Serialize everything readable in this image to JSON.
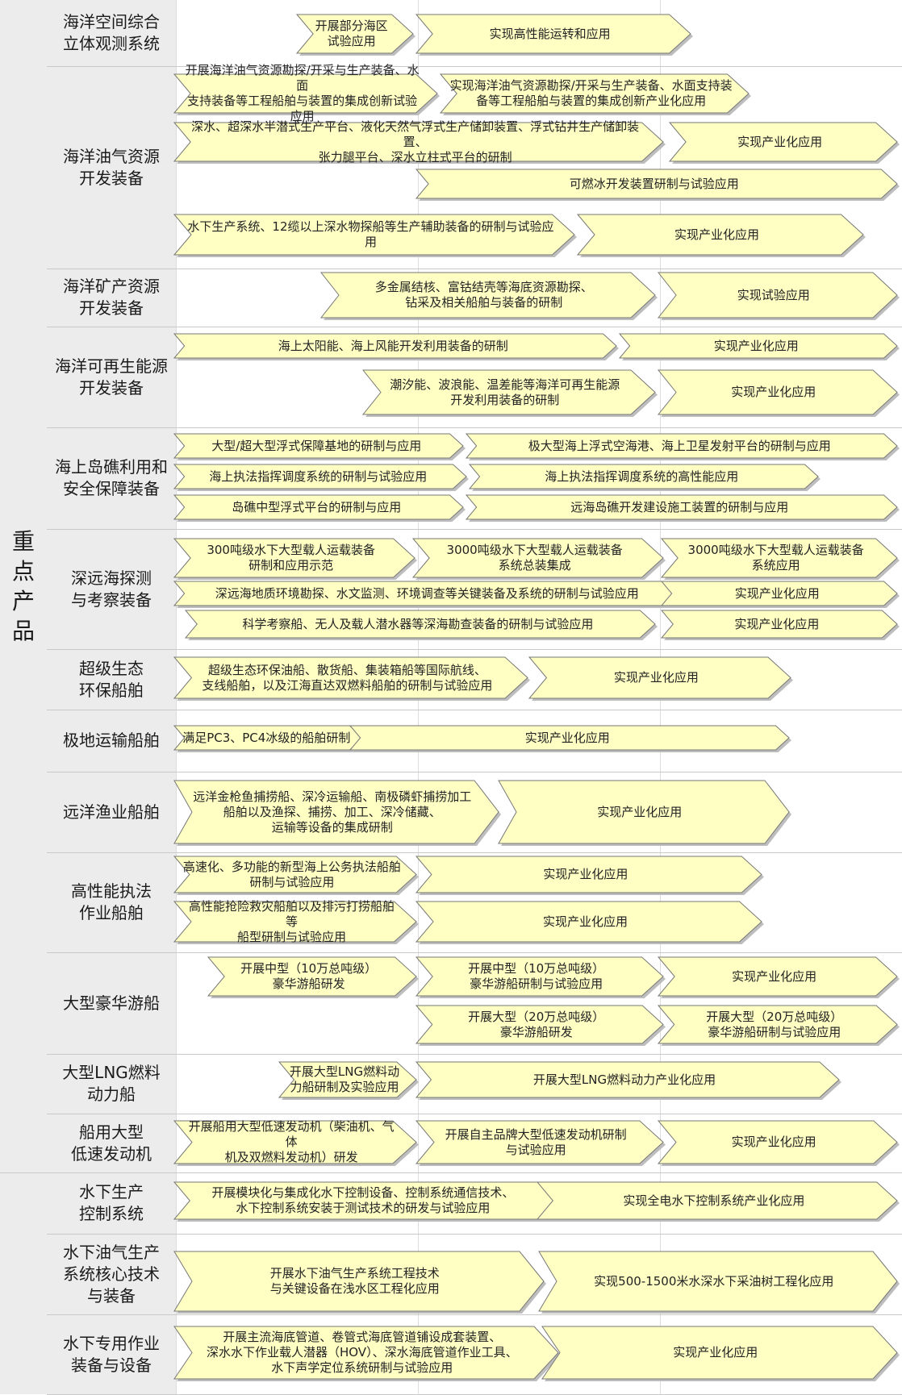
{
  "group": {
    "label": "重点产品"
  },
  "categories": [
    {
      "label": "海洋空间综合\n立体观测系统"
    },
    {
      "label": "海洋油气资源\n开发装备"
    },
    {
      "label": "海洋矿产资源\n开发装备"
    },
    {
      "label": "海洋可再生能源\n开发装备"
    },
    {
      "label": "海上岛礁利用和\n安全保障装备"
    },
    {
      "label": "深远海探测\n与考察装备"
    },
    {
      "label": "超级生态\n环保船舶"
    },
    {
      "label": "极地运输船舶"
    },
    {
      "label": "远洋渔业船舶"
    },
    {
      "label": "高性能执法\n作业船舶"
    },
    {
      "label": "大型豪华游船"
    },
    {
      "label": "大型LNG燃料\n动力船"
    },
    {
      "label": "船用大型\n低速发动机"
    },
    {
      "label": "水下生产\n控制系统"
    },
    {
      "label": "水下油气生产\n系统核心技术\n与装备"
    },
    {
      "label": "水下专用作业\n装备与设备"
    }
  ],
  "arrows": [
    {
      "text": "开展部分海区\n试验应用"
    },
    {
      "text": "实现高性能运转和应用"
    },
    {
      "text": "开展海洋油气资源勘探/开采与生产装备、水面\n支持装备等工程船舶与装置的集成创新试验应用"
    },
    {
      "text": "实现海洋油气资源勘探/开采与生产装备、水面支持装\n备等工程船舶与装置的集成创新产业化应用"
    },
    {
      "text": "深水、超深水半潜式生产平台、液化天然气浮式生产储卸装置、浮式钻井生产储卸装置、\n张力腿平台、深水立柱式平台的研制"
    },
    {
      "text": "实现产业化应用"
    },
    {
      "text": "可燃冰开发装置研制与试验应用"
    },
    {
      "text": "水下生产系统、12缆以上深水物探船等生产辅助装备的研制与试验应用"
    },
    {
      "text": "实现产业化应用"
    },
    {
      "text": "多金属结核、富钴结壳等海底资源勘探、\n钻采及相关船舶与装备的研制"
    },
    {
      "text": "实现试验应用"
    },
    {
      "text": "海上太阳能、海上风能开发利用装备的研制"
    },
    {
      "text": "实现产业化应用"
    },
    {
      "text": "潮汐能、波浪能、温差能等海洋可再生能源\n开发利用装备的研制"
    },
    {
      "text": "实现产业化应用"
    },
    {
      "text": "大型/超大型浮式保障基地的研制与应用"
    },
    {
      "text": "极大型海上浮式空海港、海上卫星发射平台的研制与应用"
    },
    {
      "text": "海上执法指挥调度系统的研制与试验应用"
    },
    {
      "text": "海上执法指挥调度系统的高性能应用"
    },
    {
      "text": "岛礁中型浮式平台的研制与应用"
    },
    {
      "text": "远海岛礁开发建设施工装置的研制与应用"
    },
    {
      "text": "300吨级水下大型载人运载装备\n研制和应用示范"
    },
    {
      "text": "3000吨级水下大型载人运载装备\n系统总装集成"
    },
    {
      "text": "3000吨级水下大型载人运载装备\n系统应用"
    },
    {
      "text": "深远海地质环境勘探、水文监测、环境调查等关键装备及系统的研制与试验应用"
    },
    {
      "text": "实现产业化应用"
    },
    {
      "text": "科学考察船、无人及载人潜水器等深海勘查装备的研制与试验应用"
    },
    {
      "text": "实现产业化应用"
    },
    {
      "text": "超级生态环保油船、散货船、集装箱船等国际航线、\n支线船舶，以及江海直达双燃料船舶的研制与试验应用"
    },
    {
      "text": "实现产业化应用"
    },
    {
      "text": "满足PC3、PC4冰级的船舶研制"
    },
    {
      "text": "实现产业化应用"
    },
    {
      "text": "远洋金枪鱼捕捞船、深冷运输船、南极磷虾捕捞加工\n船舶以及渔探、捕捞、加工、深冷储藏、\n运输等设备的集成研制"
    },
    {
      "text": "实现产业化应用"
    },
    {
      "text": "高速化、多功能的新型海上公务执法船舶\n研制与试验应用"
    },
    {
      "text": "实现产业化应用"
    },
    {
      "text": "高性能抢险救灾船舶以及排污打捞船舶等\n船型研制与试验应用"
    },
    {
      "text": "实现产业化应用"
    },
    {
      "text": "开展中型（10万总吨级）\n豪华游船研发"
    },
    {
      "text": "开展中型（10万总吨级）\n豪华游船研制与试验应用"
    },
    {
      "text": "实现产业化应用"
    },
    {
      "text": "开展大型（20万总吨级）\n豪华游船研发"
    },
    {
      "text": "开展大型（20万总吨级）\n豪华游船研制与试验应用"
    },
    {
      "text": "开展大型LNG燃料动\n力船研制及实验应用"
    },
    {
      "text": "开展大型LNG燃料动力产业化应用"
    },
    {
      "text": "开展船用大型低速发动机（柴油机、气体\n机及双燃料发动机）研发"
    },
    {
      "text": "开展自主品牌大型低速发动机研制\n与试验应用"
    },
    {
      "text": "实现产业化应用"
    },
    {
      "text": "开展模块化与集成化水下控制设备、控制系统通信技术、\n水下控制系统安装于测试技术的研发与试验应用"
    },
    {
      "text": "实现全电水下控制系统产业化应用"
    },
    {
      "text": "开展水下油气生产系统工程技术\n与关键设备在浅水区工程化应用"
    },
    {
      "text": "实现500-1500米水深水下采油树工程化应用"
    },
    {
      "text": "开展主流海底管道、卷管式海底管道铺设成套装置、\n深水水下作业载人潜器（HOV）、深水海底管道作业工具、\n水下声学定位系统研制与试验应用"
    },
    {
      "text": "实现产业化应用"
    }
  ],
  "colors": {
    "arrow_fill": "#ffffc4",
    "arrow_stroke": "#777777",
    "shadow": "#bdbdbd",
    "panel": "#ececec",
    "divider": "#c9c9c9"
  }
}
